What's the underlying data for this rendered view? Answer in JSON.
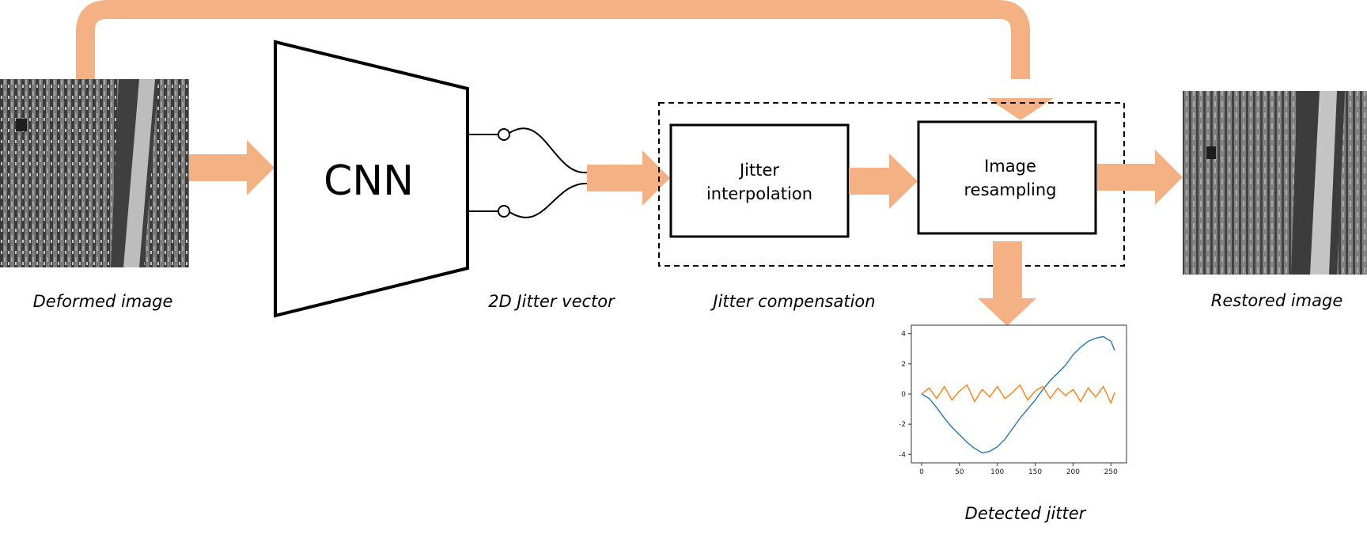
{
  "diagram": {
    "captions": {
      "deformed_image": "Deformed image",
      "jitter_vector": "2D Jitter vector",
      "jitter_compensation": "Jitter compensation",
      "restored_image": "Restored image",
      "detected_jitter": "Detected jitter"
    },
    "cnn_label": "CNN",
    "jitter_interpolation": {
      "line1": "Jitter",
      "line2": "interpolation"
    },
    "image_resampling": {
      "line1": "Image",
      "line2": "resampling"
    },
    "colors": {
      "arrow": "#f4b183",
      "stroke": "#000000",
      "series_1": "#1f77b4",
      "series_2": "#ff7f0e",
      "image_dark": "#3a3a3a",
      "image_road": "#bdbdbd"
    },
    "icons": [
      "deformed-aerial-image",
      "restored-aerial-image",
      "cnn-trapezoid",
      "jitter-vector-wires"
    ]
  },
  "chart_data": {
    "type": "line",
    "xlim": [
      0,
      256
    ],
    "ylim": [
      -4.3,
      4.3
    ],
    "x_ticks": [
      0,
      50,
      100,
      150,
      200,
      250
    ],
    "y_ticks": [
      4,
      2,
      0,
      -2,
      -4
    ],
    "grid": false,
    "series": [
      {
        "color": "#1f77b4",
        "x": [
          0,
          10,
          20,
          30,
          40,
          50,
          60,
          70,
          80,
          90,
          100,
          110,
          120,
          130,
          140,
          150,
          160,
          170,
          180,
          190,
          200,
          210,
          220,
          230,
          240,
          250,
          255
        ],
        "y": [
          0.0,
          -0.3,
          -0.9,
          -1.6,
          -2.2,
          -2.7,
          -3.2,
          -3.6,
          -3.9,
          -3.8,
          -3.5,
          -3.0,
          -2.3,
          -1.6,
          -1.0,
          -0.4,
          0.3,
          0.9,
          1.4,
          1.9,
          2.6,
          3.1,
          3.5,
          3.7,
          3.8,
          3.5,
          2.9
        ]
      },
      {
        "color": "#ff7f0e",
        "x": [
          0,
          10,
          20,
          30,
          40,
          50,
          60,
          70,
          80,
          90,
          100,
          110,
          120,
          130,
          140,
          150,
          160,
          170,
          180,
          190,
          200,
          210,
          220,
          230,
          240,
          250,
          255
        ],
        "y": [
          0.0,
          0.4,
          -0.3,
          0.5,
          -0.4,
          0.2,
          0.6,
          -0.5,
          0.3,
          -0.2,
          0.5,
          -0.3,
          0.1,
          0.6,
          -0.4,
          0.2,
          0.5,
          -0.3,
          0.4,
          -0.1,
          0.3,
          -0.5,
          0.4,
          -0.2,
          0.5,
          -0.6,
          0.1
        ]
      }
    ]
  }
}
